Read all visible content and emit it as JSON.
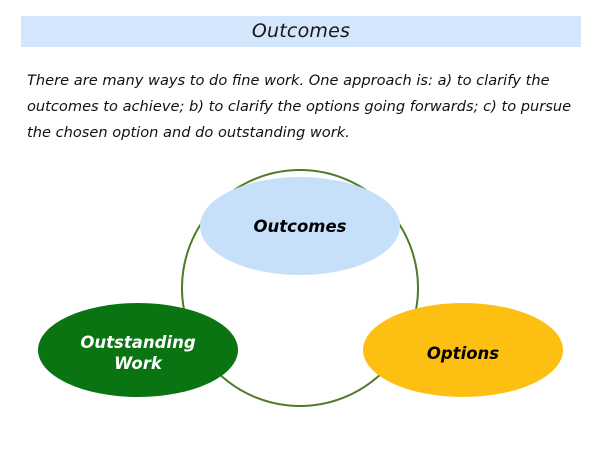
{
  "slide": {
    "title": "Outcomes",
    "paragraph": "There are many ways to do fine work. One approach is: a) to clarify the outcomes to achieve; b) to clarify the options going forwards; c) to pursue the chosen option and do outstanding work."
  },
  "diagram": {
    "type": "cycle",
    "connector": {
      "shape": "circle-arc",
      "color": "#4f7a27",
      "stroke_width": 2
    },
    "nodes": [
      {
        "id": "outcomes",
        "label": "Outcomes",
        "shape": "ellipse",
        "fill": "#c6e0fa",
        "text_color": "#000000",
        "position": "top"
      },
      {
        "id": "options",
        "label": "Options",
        "shape": "ellipse",
        "fill": "#fdbf11",
        "text_color": "#000000",
        "position": "bottom-right"
      },
      {
        "id": "outstanding-work",
        "label": "Outstanding\nWork",
        "shape": "ellipse",
        "fill": "#0a7312",
        "text_color": "#ffffff",
        "position": "bottom-left"
      }
    ]
  },
  "colors": {
    "title_bar": "#d4e6fb",
    "light_blue": "#c6e0fa",
    "amber": "#fdbf11",
    "forest_green": "#0a7312",
    "arc_green": "#4f7a27",
    "text_dark": "#111111",
    "background": "#ffffff"
  }
}
